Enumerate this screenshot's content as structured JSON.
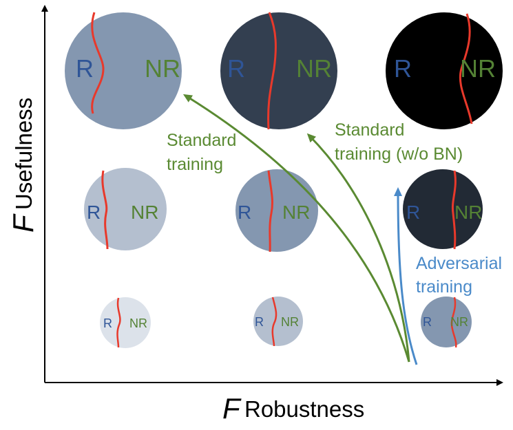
{
  "axes": {
    "x_prefix": "F",
    "x_label": "Robustness",
    "y_prefix": "F",
    "y_label": "Usefulness"
  },
  "circle_labels": {
    "robust": "R",
    "non_robust": "NR"
  },
  "annotations": {
    "standard_line1": "Standard",
    "standard_line2": "training",
    "standard_nobn_line1": "Standard",
    "standard_nobn_line2": "training (w/o BN)",
    "adversarial_line1": "Adversarial",
    "adversarial_line2": "training"
  },
  "colors": {
    "robust_text": "#2f5597",
    "nonrobust_text": "#548235",
    "boundary": "#e8392b",
    "green_arrow": "#5a8a32",
    "blue_arrow": "#4a8ac9",
    "axis": "#000000"
  }
}
